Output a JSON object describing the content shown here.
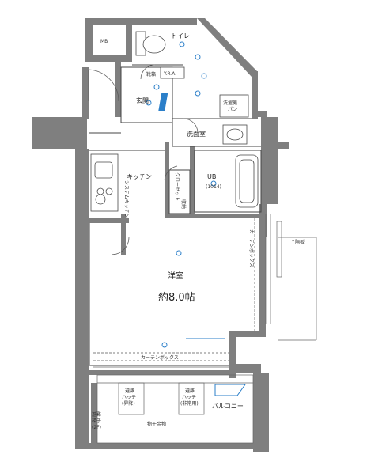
{
  "labels": {
    "mb": "MB",
    "toilet": "トイレ",
    "shoe_rack": "靴箱",
    "fire_alarm": "Y.R.A.",
    "entrance": "玄関",
    "washer_pan": "洗濯機\nパン",
    "washroom": "洗面室",
    "ub": "UB",
    "ub_size": "(1014)",
    "closet": "クローゼット",
    "shelf": "収納",
    "kitchen": "キッチン",
    "system_kitchen": "システムキッチン",
    "curtain_box_right": "カーテンボックス",
    "curtain_box_bottom": "カーテンボックス",
    "western_room": "洋室",
    "western_room_size": "約8.0帖",
    "hatch_left": "避難\nハッチ\n(昇降)",
    "hatch_right": "避難\nハッチ\n(非常用)",
    "evac_ladder": "避難\n梯子\n(2F)",
    "balcony": "バルコニー",
    "drying_rack": "物干金物",
    "side_note": "↑隔板"
  },
  "colors": {
    "wall": "#7f7f7f",
    "accent": "#2b7fc9",
    "line": "#444444"
  }
}
